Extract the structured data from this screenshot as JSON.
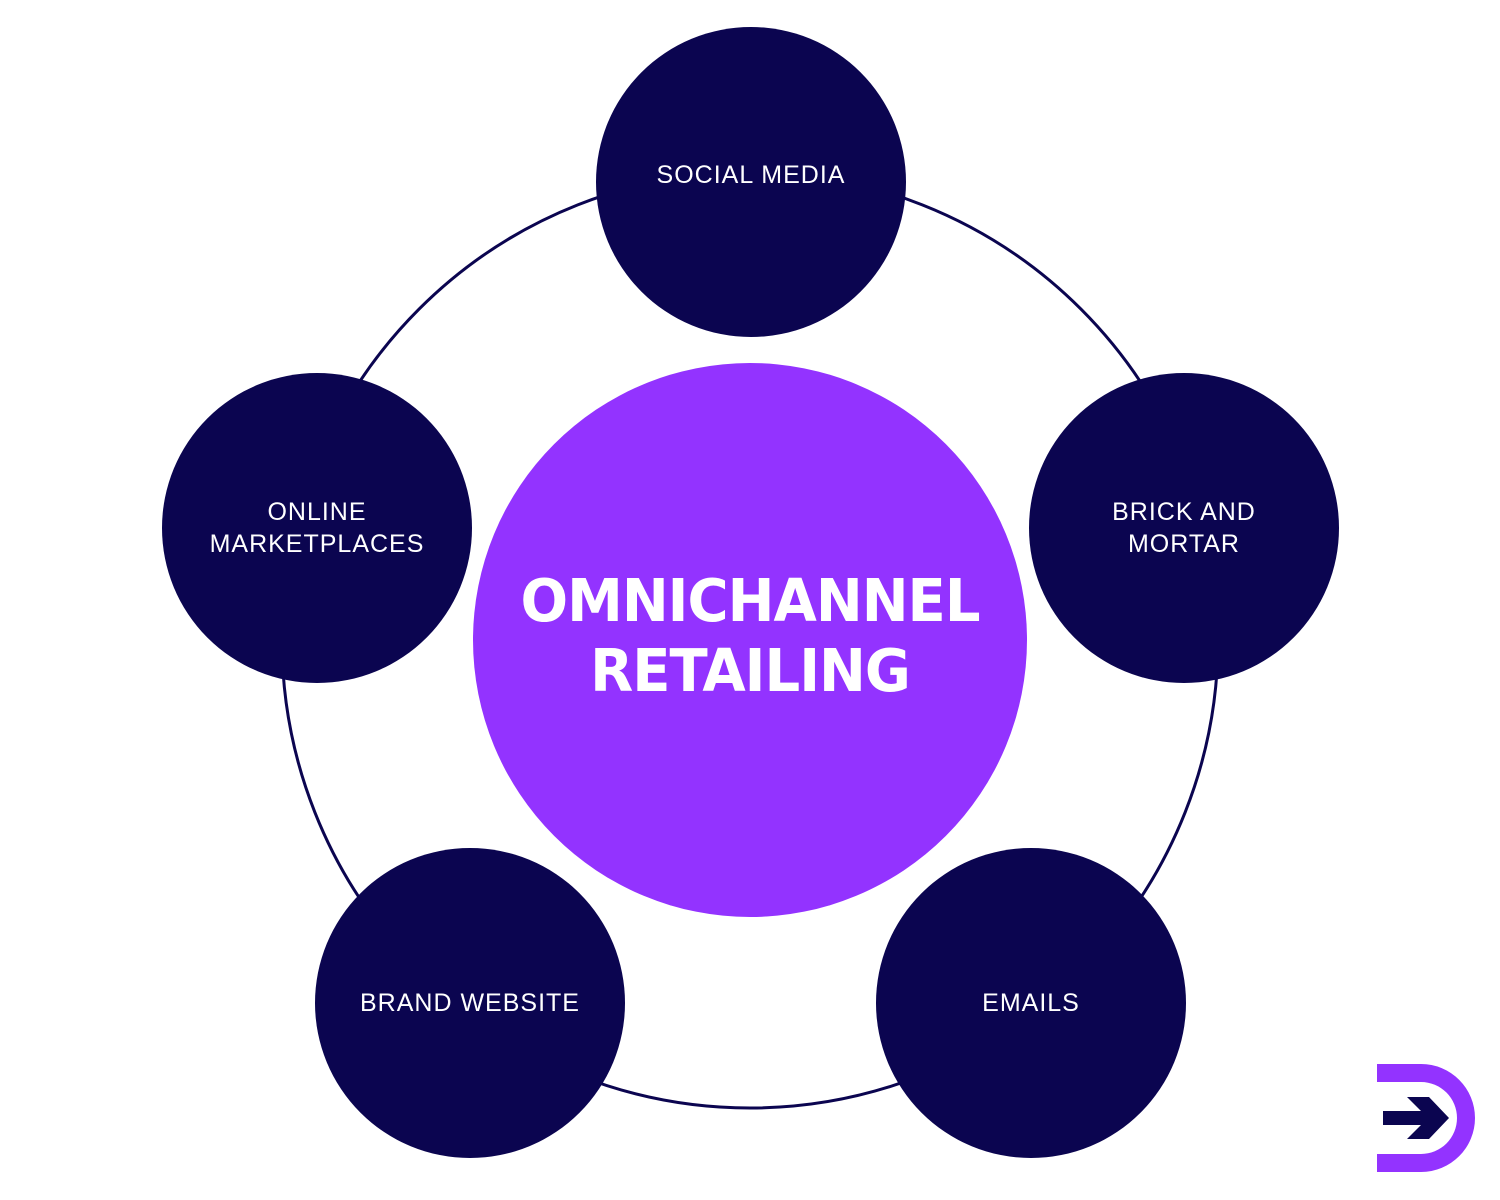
{
  "diagram": {
    "center": {
      "lines": [
        "OMNICHANNEL",
        "RETAILING"
      ],
      "color": "#9333ff"
    },
    "nodes": [
      {
        "id": "social-media",
        "label": "SOCIAL MEDIA"
      },
      {
        "id": "brick-and-mortar",
        "label": "BRICK AND\nMORTAR"
      },
      {
        "id": "emails",
        "label": "EMAILS"
      },
      {
        "id": "brand-website",
        "label": "BRAND WEBSITE"
      },
      {
        "id": "online-marketplaces",
        "label": "ONLINE\nMARKETPLACES"
      }
    ],
    "node_color": "#0b0550",
    "ring_color": "#0b0550"
  },
  "logo": {
    "icon": "arrow-d-logo-icon",
    "outer_color": "#9333ff",
    "arrow_color": "#0b0550"
  }
}
